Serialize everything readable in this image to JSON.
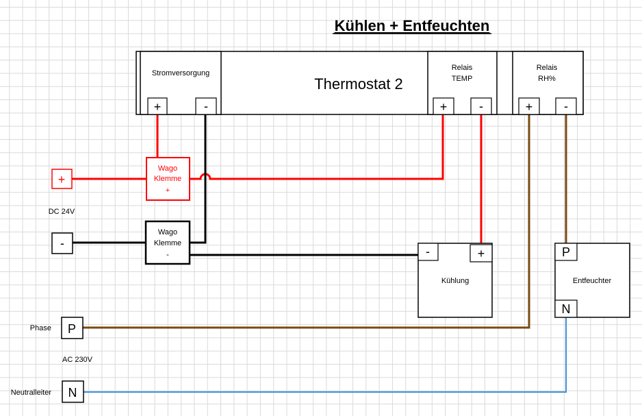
{
  "title": "Kühlen + Entfeuchten",
  "thermostat": {
    "label": "Thermostat 2",
    "power_supply": "Stromversorgung",
    "relay_temp_line1": "Relais",
    "relay_temp_line2": "TEMP",
    "relay_rh_line1": "Relais",
    "relay_rh_line2": "RH%"
  },
  "terminals": {
    "plus": "+",
    "minus": "-",
    "phase": "P",
    "neutral": "N"
  },
  "wago_plus": {
    "line1": "Wago",
    "line2": "Klemme",
    "line3": "+"
  },
  "wago_minus": {
    "line1": "Wago",
    "line2": "Klemme",
    "line3": "-"
  },
  "dc_label": "DC 24V",
  "ac_label": "AC 230V",
  "phase_label": "Phase",
  "neutral_label": "Neutralleiter",
  "cooling_label": "Kühlung",
  "dehumidifier_label": "Entfeuchter",
  "colors": {
    "positive": "#ff0000",
    "negative": "#000000",
    "phase": "#7a4a10",
    "neutral": "#3b8fdc"
  }
}
